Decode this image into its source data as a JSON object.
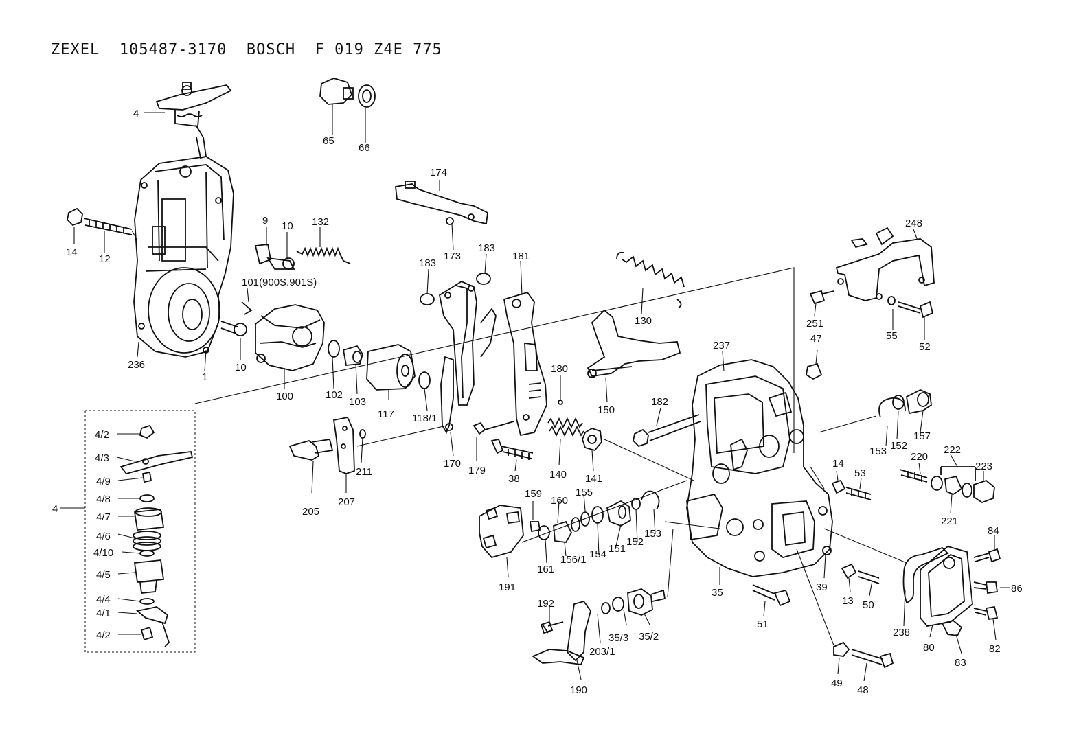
{
  "header": {
    "title": "ZEXEL  105487-3170  BOSCH  F 019 Z4E 775"
  },
  "callouts": [
    {
      "id": "4",
      "label": "4"
    },
    {
      "id": "65",
      "label": "65"
    },
    {
      "id": "66",
      "label": "66"
    },
    {
      "id": "174",
      "label": "174"
    },
    {
      "id": "14a",
      "label": "14"
    },
    {
      "id": "12",
      "label": "12"
    },
    {
      "id": "9",
      "label": "9"
    },
    {
      "id": "10a",
      "label": "10"
    },
    {
      "id": "132",
      "label": "132"
    },
    {
      "id": "173",
      "label": "173"
    },
    {
      "id": "183a",
      "label": "183"
    },
    {
      "id": "183b",
      "label": "183"
    },
    {
      "id": "181",
      "label": "181"
    },
    {
      "id": "248",
      "label": "248"
    },
    {
      "id": "101",
      "label": "101(900S.901S)"
    },
    {
      "id": "130",
      "label": "130"
    },
    {
      "id": "251",
      "label": "251"
    },
    {
      "id": "55",
      "label": "55"
    },
    {
      "id": "52",
      "label": "52"
    },
    {
      "id": "47",
      "label": "47"
    },
    {
      "id": "236",
      "label": "236"
    },
    {
      "id": "1",
      "label": "1"
    },
    {
      "id": "10b",
      "label": "10"
    },
    {
      "id": "100",
      "label": "100"
    },
    {
      "id": "102",
      "label": "102"
    },
    {
      "id": "103",
      "label": "103"
    },
    {
      "id": "117",
      "label": "117"
    },
    {
      "id": "118/1",
      "label": "118/1"
    },
    {
      "id": "180",
      "label": "180"
    },
    {
      "id": "237",
      "label": "237"
    },
    {
      "id": "150",
      "label": "150"
    },
    {
      "id": "182",
      "label": "182"
    },
    {
      "id": "157",
      "label": "157"
    },
    {
      "id": "153a",
      "label": "153"
    },
    {
      "id": "152a",
      "label": "152"
    },
    {
      "id": "222",
      "label": "222"
    },
    {
      "id": "220",
      "label": "220"
    },
    {
      "id": "223",
      "label": "223"
    },
    {
      "id": "4/2a",
      "label": "4/2"
    },
    {
      "id": "4/3",
      "label": "4/3"
    },
    {
      "id": "4/9",
      "label": "4/9"
    },
    {
      "id": "4/8",
      "label": "4/8"
    },
    {
      "id": "4/7",
      "label": "4/7"
    },
    {
      "id": "4/6",
      "label": "4/6"
    },
    {
      "id": "4/10",
      "label": "4/10"
    },
    {
      "id": "4/5",
      "label": "4/5"
    },
    {
      "id": "4/4",
      "label": "4/4"
    },
    {
      "id": "4/1",
      "label": "4/1"
    },
    {
      "id": "4/2b",
      "label": "4/2"
    },
    {
      "id": "4b",
      "label": "4"
    },
    {
      "id": "205",
      "label": "205"
    },
    {
      "id": "207",
      "label": "207"
    },
    {
      "id": "211",
      "label": "211"
    },
    {
      "id": "170",
      "label": "170"
    },
    {
      "id": "179",
      "label": "179"
    },
    {
      "id": "38",
      "label": "38"
    },
    {
      "id": "140",
      "label": "140"
    },
    {
      "id": "141",
      "label": "141"
    },
    {
      "id": "14b",
      "label": "14"
    },
    {
      "id": "53",
      "label": "53"
    },
    {
      "id": "221",
      "label": "221"
    },
    {
      "id": "159",
      "label": "159"
    },
    {
      "id": "160",
      "label": "160"
    },
    {
      "id": "155",
      "label": "155"
    },
    {
      "id": "161",
      "label": "161"
    },
    {
      "id": "156/1",
      "label": "156/1"
    },
    {
      "id": "154",
      "label": "154"
    },
    {
      "id": "151",
      "label": "151"
    },
    {
      "id": "152b",
      "label": "152"
    },
    {
      "id": "153b",
      "label": "153"
    },
    {
      "id": "191",
      "label": "191"
    },
    {
      "id": "84",
      "label": "84"
    },
    {
      "id": "35",
      "label": "35"
    },
    {
      "id": "39",
      "label": "39"
    },
    {
      "id": "13",
      "label": "13"
    },
    {
      "id": "50",
      "label": "50"
    },
    {
      "id": "86",
      "label": "86"
    },
    {
      "id": "192",
      "label": "192"
    },
    {
      "id": "35/3",
      "label": "35/3"
    },
    {
      "id": "35/2",
      "label": "35/2"
    },
    {
      "id": "203/1",
      "label": "203/1"
    },
    {
      "id": "51",
      "label": "51"
    },
    {
      "id": "238",
      "label": "238"
    },
    {
      "id": "82",
      "label": "82"
    },
    {
      "id": "80",
      "label": "80"
    },
    {
      "id": "83",
      "label": "83"
    },
    {
      "id": "190",
      "label": "190"
    },
    {
      "id": "49",
      "label": "49"
    },
    {
      "id": "48",
      "label": "48"
    }
  ]
}
